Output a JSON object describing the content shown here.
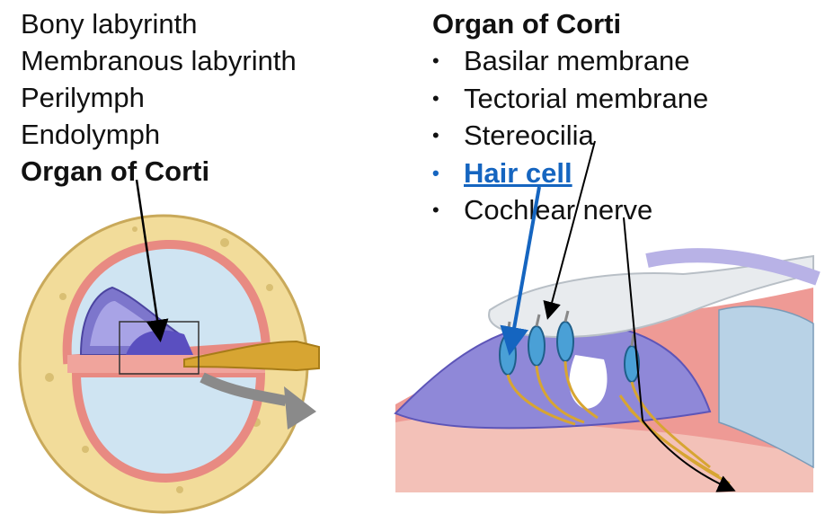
{
  "left_list": {
    "items": [
      "Bony labyrinth",
      "Membranous labyrinth",
      "Perilymph",
      "Endolymph"
    ],
    "highlight": "Organ of Corti"
  },
  "right_list": {
    "title": "Organ of Corti",
    "items": [
      "Basilar membrane",
      "Tectorial membrane",
      "Stereocilia",
      "Hair cell",
      "Cochlear nerve"
    ],
    "bullet": "•",
    "active_index": 3
  },
  "colors": {
    "bone": "#f2dc9a",
    "perilymph": "#cfe4f2",
    "membrane_pink": "#ee9a95",
    "organ_purple": "#8f88d8",
    "nerve_gold": "#d7a532",
    "hair_cell_blue": "#1565c0",
    "tectorial": "#e8ebee"
  }
}
